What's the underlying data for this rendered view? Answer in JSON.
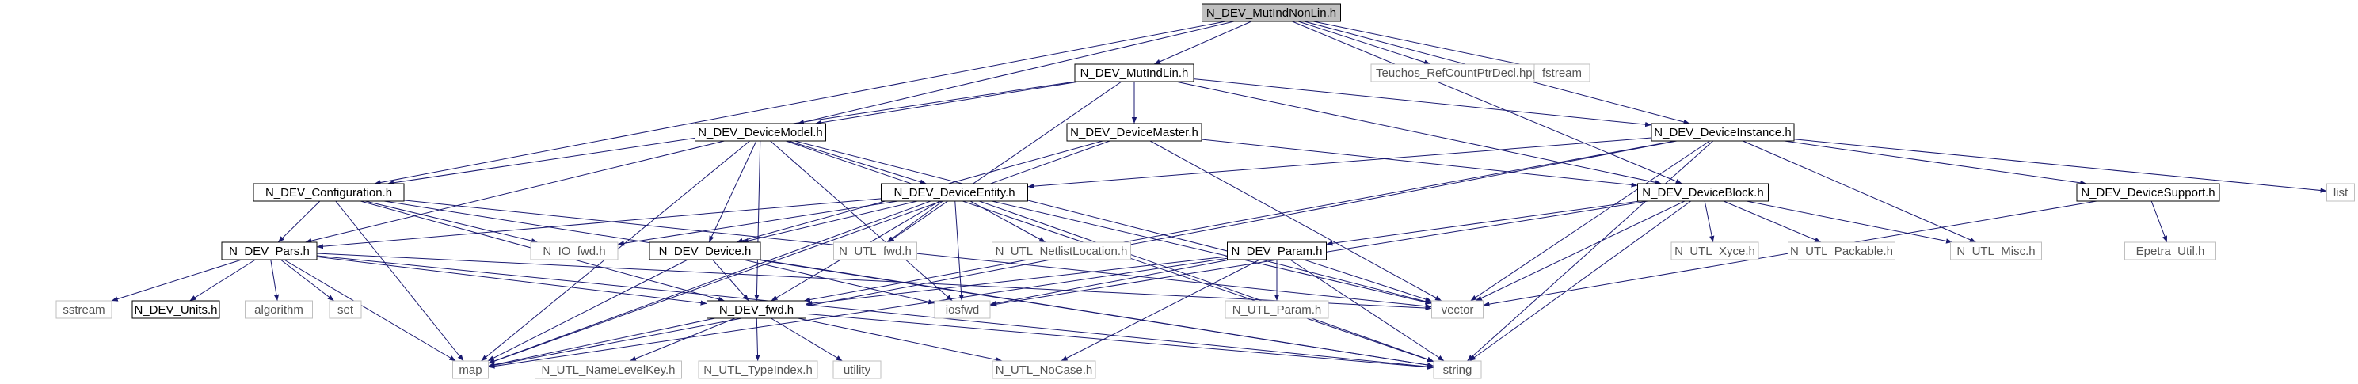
{
  "diagram": {
    "edge_color": "#191970",
    "root_fill": "#bfbfbf",
    "external_border": "#bfbfbf",
    "nodes": [
      {
        "id": "root",
        "label": "N_DEV_MutIndNonLin.h",
        "kind": "root"
      },
      {
        "id": "mutindlin",
        "label": "N_DEV_MutIndLin.h",
        "kind": "local"
      },
      {
        "id": "teuchos",
        "label": "Teuchos_RefCountPtrDecl.hpp",
        "kind": "external"
      },
      {
        "id": "fstream",
        "label": "fstream",
        "kind": "external"
      },
      {
        "id": "devicemodel",
        "label": "N_DEV_DeviceModel.h",
        "kind": "local"
      },
      {
        "id": "devicemaster",
        "label": "N_DEV_DeviceMaster.h",
        "kind": "local"
      },
      {
        "id": "deviceinstance",
        "label": "N_DEV_DeviceInstance.h",
        "kind": "local"
      },
      {
        "id": "configuration",
        "label": "N_DEV_Configuration.h",
        "kind": "local"
      },
      {
        "id": "deviceentity",
        "label": "N_DEV_DeviceEntity.h",
        "kind": "local"
      },
      {
        "id": "deviceblock",
        "label": "N_DEV_DeviceBlock.h",
        "kind": "local"
      },
      {
        "id": "devicesupport",
        "label": "N_DEV_DeviceSupport.h",
        "kind": "local"
      },
      {
        "id": "list",
        "label": "list",
        "kind": "external"
      },
      {
        "id": "pars",
        "label": "N_DEV_Pars.h",
        "kind": "local"
      },
      {
        "id": "iofwd",
        "label": "N_IO_fwd.h",
        "kind": "external"
      },
      {
        "id": "device",
        "label": "N_DEV_Device.h",
        "kind": "local"
      },
      {
        "id": "utlfwd",
        "label": "N_UTL_fwd.h",
        "kind": "external"
      },
      {
        "id": "netlist",
        "label": "N_UTL_NetlistLocation.h",
        "kind": "external"
      },
      {
        "id": "param",
        "label": "N_DEV_Param.h",
        "kind": "local"
      },
      {
        "id": "xyce",
        "label": "N_UTL_Xyce.h",
        "kind": "external"
      },
      {
        "id": "packable",
        "label": "N_UTL_Packable.h",
        "kind": "external"
      },
      {
        "id": "misc",
        "label": "N_UTL_Misc.h",
        "kind": "external"
      },
      {
        "id": "epetra",
        "label": "Epetra_Util.h",
        "kind": "external"
      },
      {
        "id": "sstream",
        "label": "sstream",
        "kind": "external"
      },
      {
        "id": "units",
        "label": "N_DEV_Units.h",
        "kind": "local"
      },
      {
        "id": "algorithm",
        "label": "algorithm",
        "kind": "external"
      },
      {
        "id": "set",
        "label": "set",
        "kind": "external"
      },
      {
        "id": "devfwd",
        "label": "N_DEV_fwd.h",
        "kind": "local"
      },
      {
        "id": "iosfwd",
        "label": "iosfwd",
        "kind": "external"
      },
      {
        "id": "utlparam",
        "label": "N_UTL_Param.h",
        "kind": "external"
      },
      {
        "id": "vector",
        "label": "vector",
        "kind": "external"
      },
      {
        "id": "map",
        "label": "map",
        "kind": "external"
      },
      {
        "id": "namelevelkey",
        "label": "N_UTL_NameLevelKey.h",
        "kind": "external"
      },
      {
        "id": "typeindex",
        "label": "N_UTL_TypeIndex.h",
        "kind": "external"
      },
      {
        "id": "utility",
        "label": "utility",
        "kind": "external"
      },
      {
        "id": "nocase",
        "label": "N_UTL_NoCase.h",
        "kind": "external"
      },
      {
        "id": "string",
        "label": "string",
        "kind": "external"
      }
    ],
    "edges": [
      [
        "root",
        "mutindlin"
      ],
      [
        "root",
        "teuchos"
      ],
      [
        "root",
        "fstream"
      ],
      [
        "root",
        "devicemodel"
      ],
      [
        "root",
        "deviceinstance"
      ],
      [
        "root",
        "configuration"
      ],
      [
        "root",
        "deviceblock"
      ],
      [
        "mutindlin",
        "devicemodel"
      ],
      [
        "mutindlin",
        "devicemaster"
      ],
      [
        "mutindlin",
        "deviceinstance"
      ],
      [
        "mutindlin",
        "configuration"
      ],
      [
        "mutindlin",
        "utlfwd"
      ],
      [
        "mutindlin",
        "deviceblock"
      ],
      [
        "devicemodel",
        "deviceentity"
      ],
      [
        "devicemodel",
        "device"
      ],
      [
        "devicemodel",
        "pars"
      ],
      [
        "devicemodel",
        "devfwd"
      ],
      [
        "devicemodel",
        "iosfwd"
      ],
      [
        "devicemodel",
        "vector"
      ],
      [
        "devicemodel",
        "map"
      ],
      [
        "devicemodel",
        "string"
      ],
      [
        "devicemaster",
        "deviceblock"
      ],
      [
        "devicemaster",
        "device"
      ],
      [
        "devicemaster",
        "map"
      ],
      [
        "devicemaster",
        "vector"
      ],
      [
        "deviceinstance",
        "deviceentity"
      ],
      [
        "deviceinstance",
        "devicesupport"
      ],
      [
        "deviceinstance",
        "list"
      ],
      [
        "deviceinstance",
        "misc"
      ],
      [
        "deviceinstance",
        "devfwd"
      ],
      [
        "deviceinstance",
        "vector"
      ],
      [
        "deviceinstance",
        "string"
      ],
      [
        "deviceinstance",
        "map"
      ],
      [
        "configuration",
        "pars"
      ],
      [
        "configuration",
        "iofwd"
      ],
      [
        "configuration",
        "devfwd"
      ],
      [
        "configuration",
        "map"
      ],
      [
        "configuration",
        "vector"
      ],
      [
        "configuration",
        "string"
      ],
      [
        "deviceentity",
        "pars"
      ],
      [
        "deviceentity",
        "iofwd"
      ],
      [
        "deviceentity",
        "device"
      ],
      [
        "deviceentity",
        "utlfwd"
      ],
      [
        "deviceentity",
        "netlist"
      ],
      [
        "deviceentity",
        "iosfwd"
      ],
      [
        "deviceentity",
        "devfwd"
      ],
      [
        "deviceentity",
        "vector"
      ],
      [
        "deviceentity",
        "string"
      ],
      [
        "deviceentity",
        "map"
      ],
      [
        "deviceblock",
        "param"
      ],
      [
        "deviceblock",
        "xyce"
      ],
      [
        "deviceblock",
        "packable"
      ],
      [
        "deviceblock",
        "misc"
      ],
      [
        "deviceblock",
        "vector"
      ],
      [
        "deviceblock",
        "string"
      ],
      [
        "deviceblock",
        "iosfwd"
      ],
      [
        "devicesupport",
        "epetra"
      ],
      [
        "devicesupport",
        "vector"
      ],
      [
        "pars",
        "sstream"
      ],
      [
        "pars",
        "units"
      ],
      [
        "pars",
        "algorithm"
      ],
      [
        "pars",
        "set"
      ],
      [
        "pars",
        "devfwd"
      ],
      [
        "pars",
        "map"
      ],
      [
        "pars",
        "vector"
      ],
      [
        "pars",
        "string"
      ],
      [
        "device",
        "devfwd"
      ],
      [
        "device",
        "iosfwd"
      ],
      [
        "device",
        "map"
      ],
      [
        "device",
        "string"
      ],
      [
        "param",
        "devfwd"
      ],
      [
        "param",
        "utlparam"
      ],
      [
        "param",
        "nocase"
      ],
      [
        "param",
        "vector"
      ],
      [
        "param",
        "string"
      ],
      [
        "param",
        "iosfwd"
      ],
      [
        "param",
        "map"
      ],
      [
        "devfwd",
        "map"
      ],
      [
        "devfwd",
        "namelevelkey"
      ],
      [
        "devfwd",
        "typeindex"
      ],
      [
        "devfwd",
        "utility"
      ],
      [
        "devfwd",
        "nocase"
      ],
      [
        "devfwd",
        "string"
      ]
    ]
  }
}
